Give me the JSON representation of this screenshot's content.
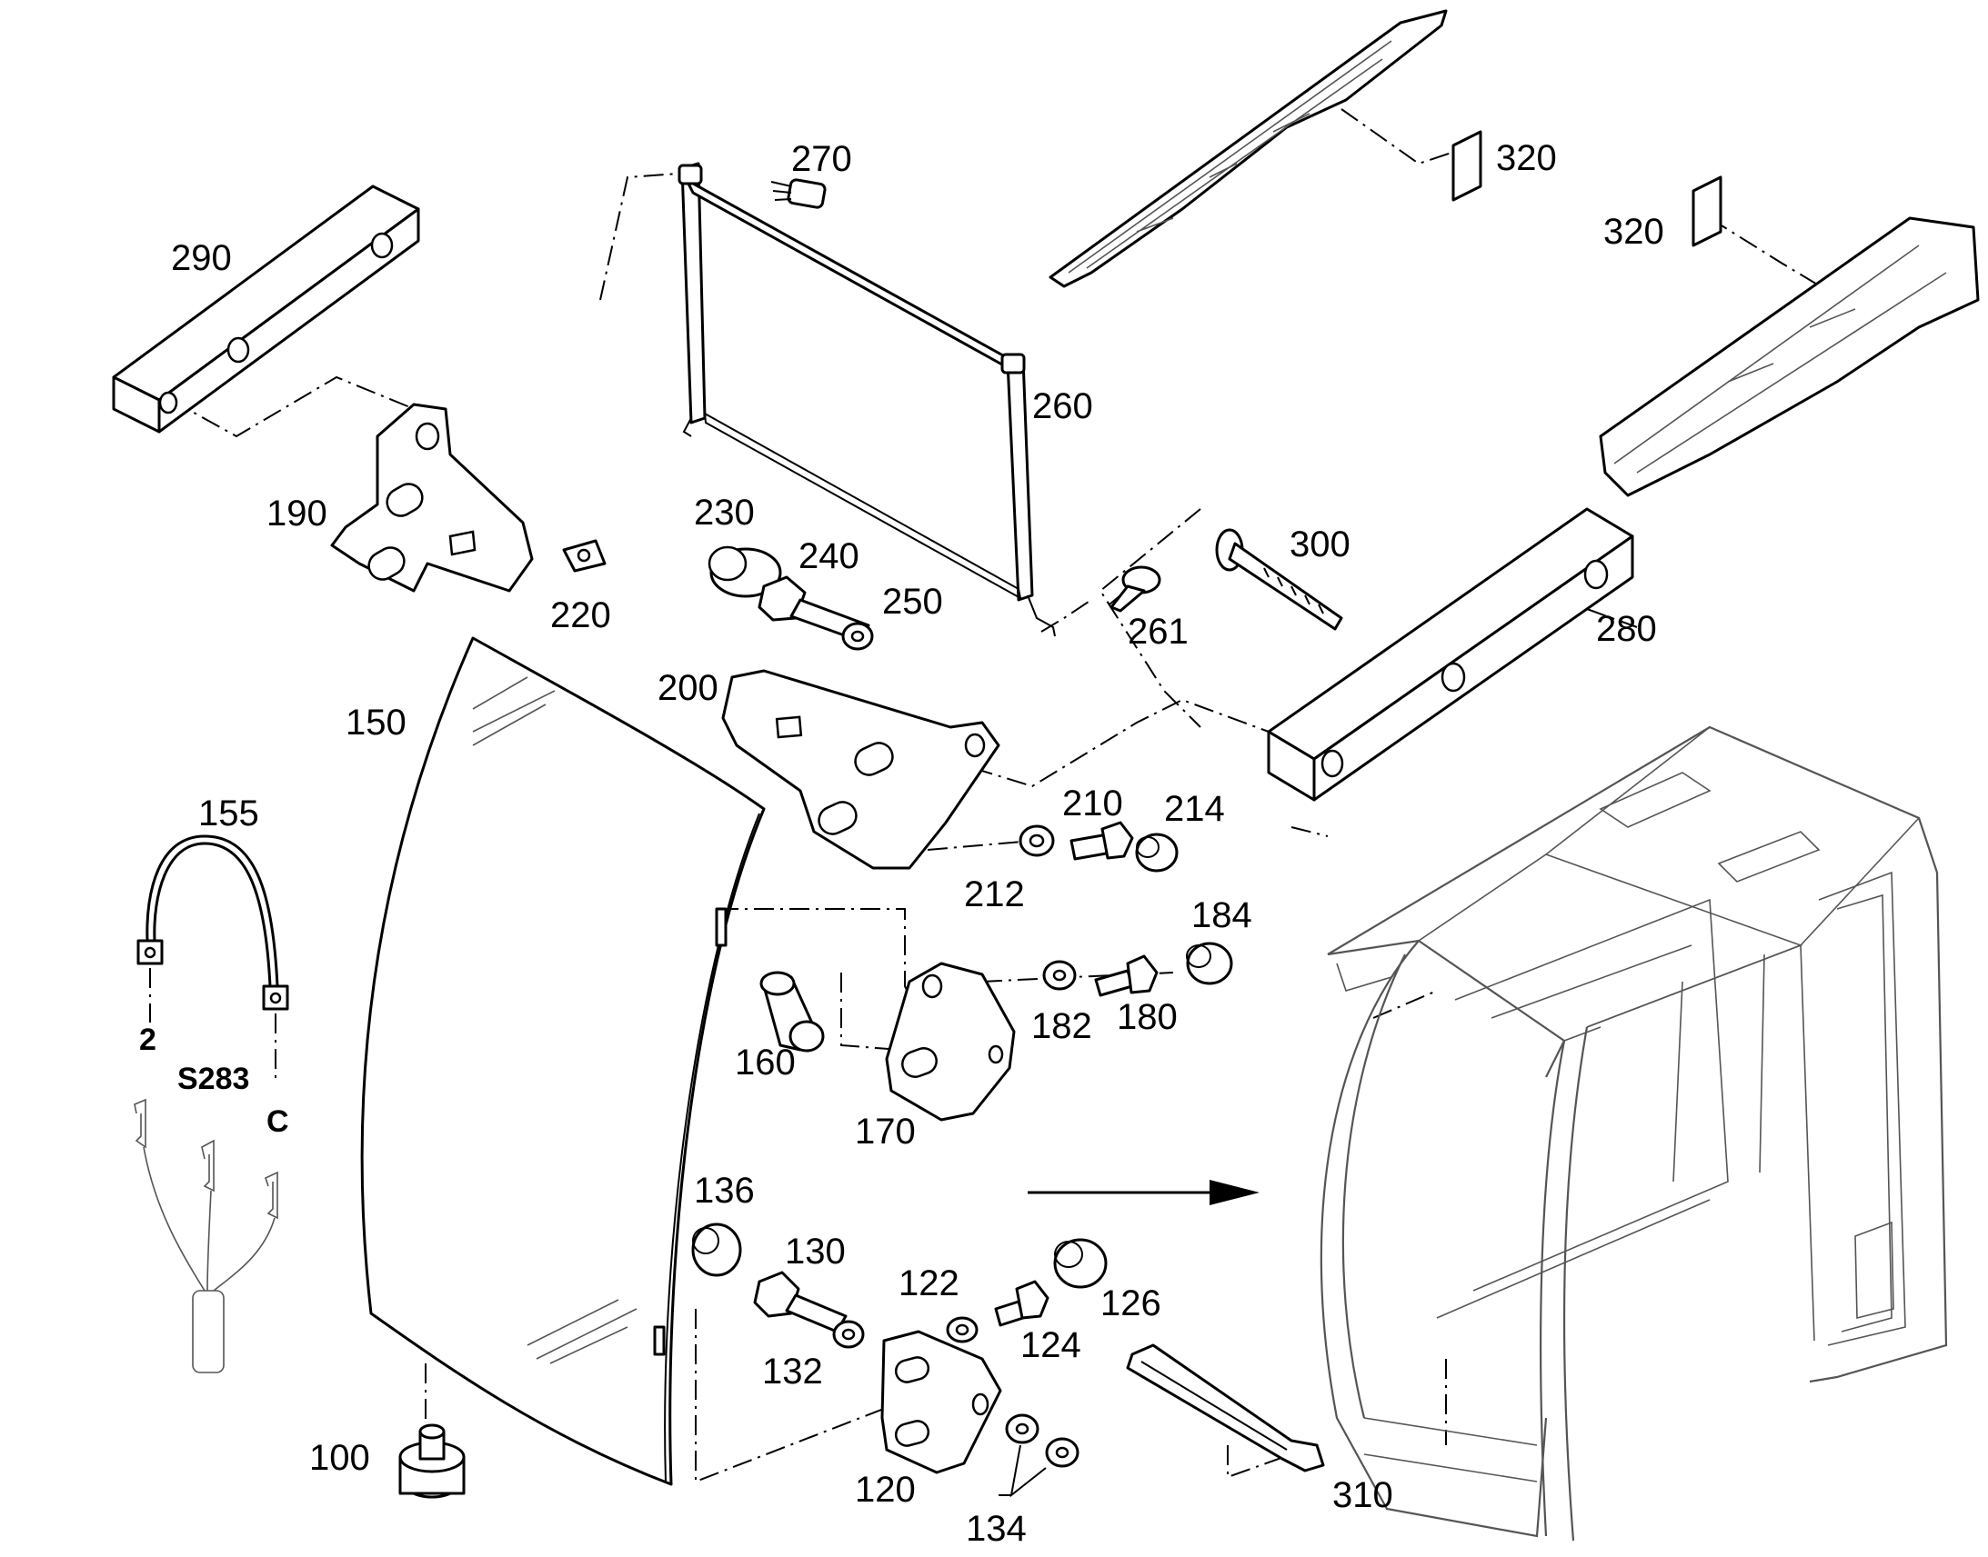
{
  "callouts": {
    "p100": "100",
    "p120": "120",
    "p122": "122",
    "p124": "124",
    "p126": "126",
    "p130": "130",
    "p132": "132",
    "p134": "134",
    "p136": "136",
    "p150": "150",
    "p155": "155",
    "p160": "160",
    "p170": "170",
    "p180": "180",
    "p182": "182",
    "p184": "184",
    "p190": "190",
    "p200": "200",
    "p210": "210",
    "p212": "212",
    "p214": "214",
    "p220": "220",
    "p230": "230",
    "p240": "240",
    "p250": "250",
    "p260": "260",
    "p261": "261",
    "p270": "270",
    "p280": "280",
    "p290": "290",
    "p300": "300",
    "p310": "310",
    "p320a": "320",
    "p320b": "320"
  },
  "wiring": {
    "terminal_left": "2",
    "switch_code": "S283",
    "terminal_right": "C"
  }
}
